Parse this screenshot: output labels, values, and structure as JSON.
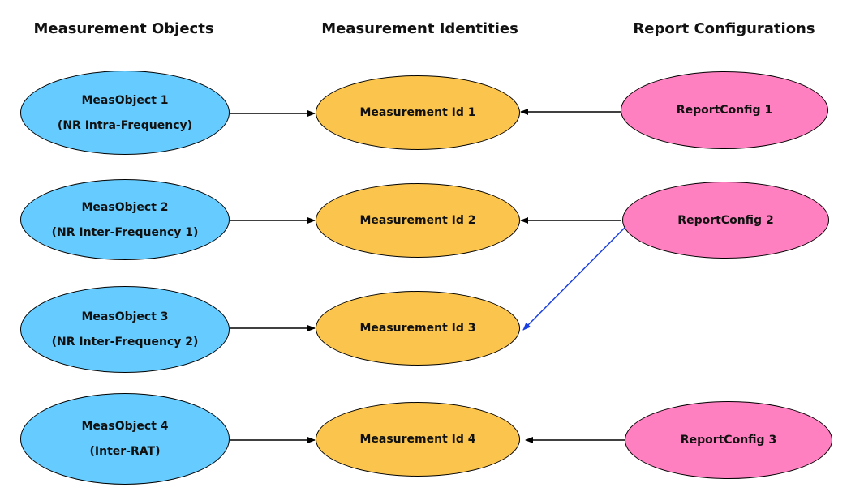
{
  "headers": {
    "objects": "Measurement Objects",
    "identities": "Measurement Identities",
    "reports": "Report Configurations"
  },
  "measurement_objects": [
    {
      "title": "MeasObject 1",
      "subtitle": "(NR Intra-Frequency)"
    },
    {
      "title": "MeasObject 2",
      "subtitle": "(NR Inter-Frequency 1)"
    },
    {
      "title": "MeasObject 3",
      "subtitle": "(NR Inter-Frequency 2)"
    },
    {
      "title": "MeasObject 4",
      "subtitle": "(Inter-RAT)"
    }
  ],
  "measurement_ids": [
    {
      "label": "Measurement Id 1"
    },
    {
      "label": "Measurement Id 2"
    },
    {
      "label": "Measurement Id 3"
    },
    {
      "label": "Measurement Id 4"
    }
  ],
  "report_configs": [
    {
      "label": "ReportConfig 1"
    },
    {
      "label": "ReportConfig 2"
    },
    {
      "label": "ReportConfig 3"
    }
  ],
  "links": [
    {
      "from": "measurement_objects.0",
      "to": "measurement_ids.0"
    },
    {
      "from": "measurement_objects.1",
      "to": "measurement_ids.1"
    },
    {
      "from": "measurement_objects.2",
      "to": "measurement_ids.2"
    },
    {
      "from": "measurement_objects.3",
      "to": "measurement_ids.3"
    },
    {
      "from": "report_configs.0",
      "to": "measurement_ids.0"
    },
    {
      "from": "report_configs.1",
      "to": "measurement_ids.1"
    },
    {
      "from": "report_configs.1",
      "to": "measurement_ids.2",
      "highlight": true
    },
    {
      "from": "report_configs.2",
      "to": "measurement_ids.3"
    }
  ],
  "colors": {
    "measurement_object_fill": "#66ccff",
    "measurement_id_fill": "#fbc44c",
    "report_config_fill": "#ff80c0",
    "arrow": "#000000",
    "highlight_arrow": "#1a3fe0"
  }
}
